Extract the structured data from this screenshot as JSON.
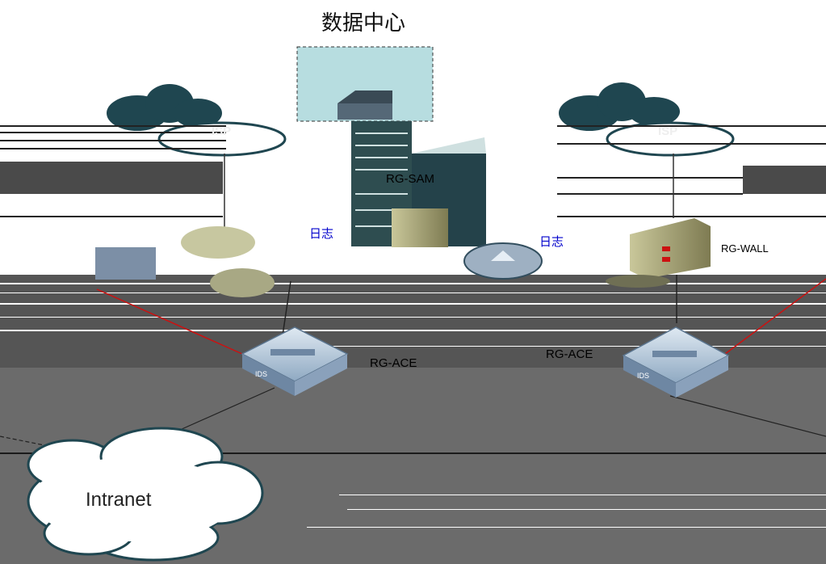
{
  "title": "数据中心",
  "nodes": {
    "isp_left": "ISP",
    "isp_right": "ISP",
    "sam": "RG-SAM",
    "log_left": "日志",
    "log_right": "日志",
    "ace_left": "RG-ACE",
    "ace_right": "RG-ACE",
    "ids_left": "IDS",
    "ids_right": "IDS",
    "intranet": "Intranet",
    "wall_right": "RG-WALL"
  },
  "colors": {
    "cloud_dark": "#1f4650",
    "datacenter_bg": "#b7dde0",
    "link_red": "#cc1111",
    "switch_blue": "#9fb7cf"
  }
}
